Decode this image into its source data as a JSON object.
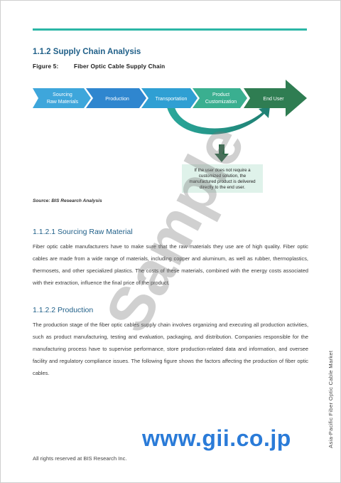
{
  "section": {
    "number": "1.1.2",
    "title": "Supply Chain Analysis",
    "heading": "1.1.2 Supply Chain Analysis"
  },
  "figure": {
    "label": "Figure 5:",
    "title": "Fiber Optic Cable Supply Chain"
  },
  "diagram": {
    "stages": [
      {
        "line1": "Sourcing",
        "line2": "Raw Materials",
        "color": "#3ea6db"
      },
      {
        "line1": "Production",
        "line2": "",
        "color": "#2f86cf"
      },
      {
        "line1": "Transportation",
        "line2": "",
        "color": "#2f9fd3"
      },
      {
        "line1": "Product",
        "line2": "Customization",
        "color": "#3aaf90"
      },
      {
        "line1": "End User",
        "line2": "",
        "color": "#2f7d52"
      }
    ],
    "note": [
      "If the user does not require a",
      "customized solution, the",
      "manufactured product is delivered",
      "directly to the end user."
    ]
  },
  "source": "Source: BIS Research Analysis",
  "subsection1": {
    "heading": "1.1.2.1 Sourcing Raw Material",
    "paragraph": "Fiber optic cable manufacturers have to make sure that the raw materials they use are of high quality. Fiber optic cables are made from a wide range of materials, including copper and aluminum, as well as rubber, thermoplastics, thermosets, and other specialized plastics. The costs of these materials, combined with the energy costs associated with their extraction, influence the final price of the product."
  },
  "subsection2": {
    "heading": "1.1.2.2 Production",
    "paragraph": "The production stage of the fiber optic cables supply chain involves organizing and executing all production activities, such as product manufacturing, testing and evaluation, packaging, and distribution. Companies responsible for the manufacturing process have to supervise performance, store production-related data and information, and oversee facility and regulatory compliance issues. The following figure shows the factors affecting the production of fiber optic cables."
  },
  "watermark": "Sample",
  "side_text": "Asia-Pacific Fiber Optic Cable Market",
  "gii": "www.gii.co.jp",
  "footer": "All rights reserved at BIS Research Inc.",
  "colors": {
    "teal_rule": "#2bb6a6",
    "heading_blue": "#1f5f88",
    "note_box": "#dff2ea",
    "down_arrow": "#2f6b4a",
    "curve": "#2aa89b"
  }
}
